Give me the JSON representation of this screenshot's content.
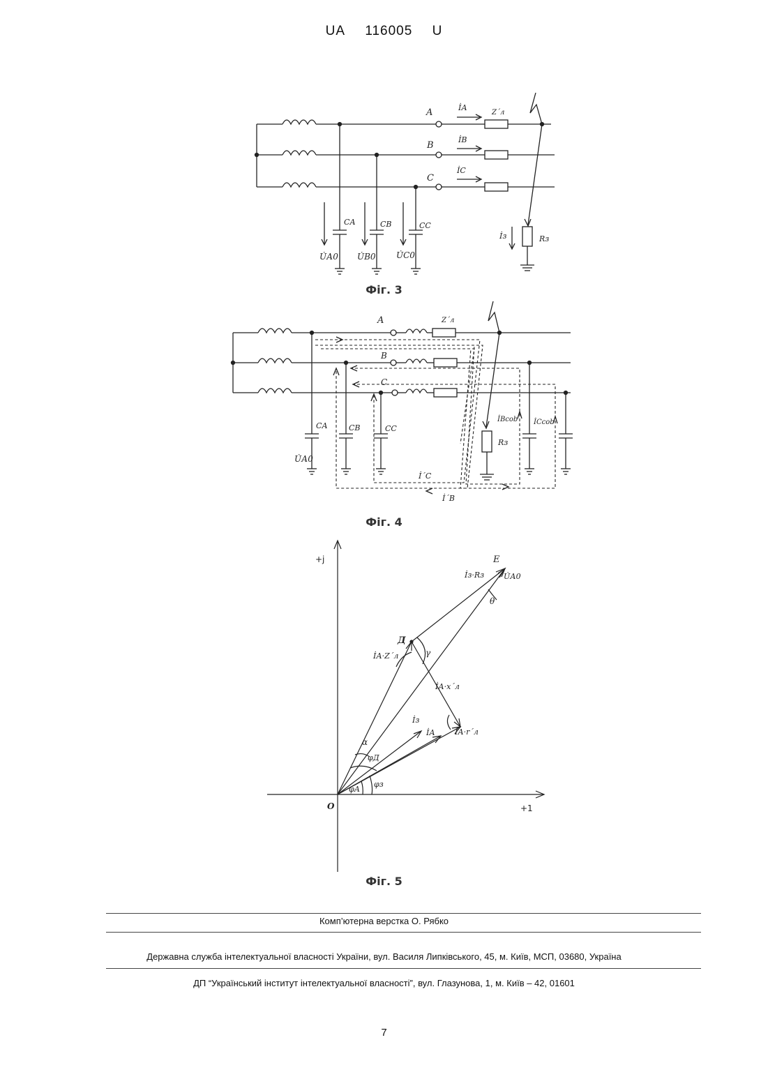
{
  "header": {
    "country": "UA",
    "number": "116005",
    "kind": "U"
  },
  "fig3": {
    "caption": "Фіг. 3",
    "phases": [
      "A",
      "B",
      "C"
    ],
    "currents": [
      "İА",
      "İВ",
      "İС"
    ],
    "impedance": "Z΄л",
    "capacitors": [
      "CА",
      "CВ",
      "CС"
    ],
    "voltages": [
      "U̇А0",
      "U̇В0",
      "U̇С0"
    ],
    "fault_current": "İз",
    "fault_resistance": "Rз"
  },
  "fig4": {
    "caption": "Фіг. 4",
    "phases": [
      "A",
      "B",
      "C"
    ],
    "impedance": "Z΄л",
    "capacitors": [
      "CА",
      "CВ",
      "CС"
    ],
    "voltage": "U̇А0",
    "fault_resistance": "Rз",
    "branch_currents": [
      "İBcob",
      "İCcob"
    ],
    "loop_currents": [
      "İ΄С",
      "İ΄В"
    ]
  },
  "fig5": {
    "caption": "Фіг. 5",
    "axis_imag": "+j",
    "axis_real": "+1",
    "origin": "O",
    "points": [
      "Д",
      "E"
    ],
    "vectors": [
      "İз·Rз",
      "U̇А0",
      "İА·Z΄л",
      "İА·x΄л",
      "İз",
      "İА",
      "İА·r΄л"
    ],
    "angles": [
      "θ",
      "γ",
      "α",
      "φД",
      "φА",
      "φз"
    ]
  },
  "footer": {
    "layout_credit": "Комп’ютерна верстка О. Рябко",
    "office": "Державна служба інтелектуальної власності України, вул. Василя Липківського, 45, м. Київ, МСП, 03680, Україна",
    "institute": "ДП “Український інститут інтелектуальної власності”, вул. Глазунова, 1, м. Київ – 42, 01601"
  },
  "page_number": "7"
}
